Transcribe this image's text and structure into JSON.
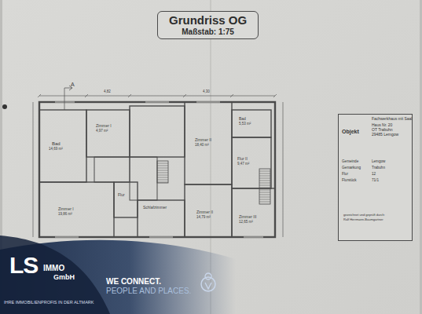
{
  "diagram": {
    "nodes": [
      {
        "text": [
          "Grundriss OG",
          "Maßstab: 1:75"
        ]
      },
      {
        "text": [
          "Objekt",
          "Fachwerkhaus mit Saal",
          "Haus Nr. 20",
          "OT Trabuhn",
          "29485 Lemgow",
          "Gemeinde",
          "Lemgow",
          "Gemarkung",
          "Trabuhn",
          "Flur",
          "12",
          "Flurstück",
          "71/1",
          "gezeichnet und geprüft durch:",
          "Ralf Herrmann-Baumgartner"
        ]
      }
    ],
    "labels": [
      "A",
      "Bad",
      "14,69 m²",
      "Zimmer I",
      "4,97 m²",
      "Zimmer II",
      "18,40 m²",
      "Bad",
      "5,53 m²",
      "Flur II",
      "9,47 m²",
      "Flur",
      "Zimmer I",
      "19,86 m²",
      "Schlafzimmer",
      "Zimmer II",
      "14,79 m²",
      "Zimmer III",
      "12,65 m²",
      "4,82",
      "4,30",
      "LS",
      "IMMO",
      "GmbH",
      "WE CONNECT.",
      "PEOPLE AND PLACES.",
      "IHRE IMMOBILIENPROFIS IN DER ALTMARK"
    ]
  }
}
